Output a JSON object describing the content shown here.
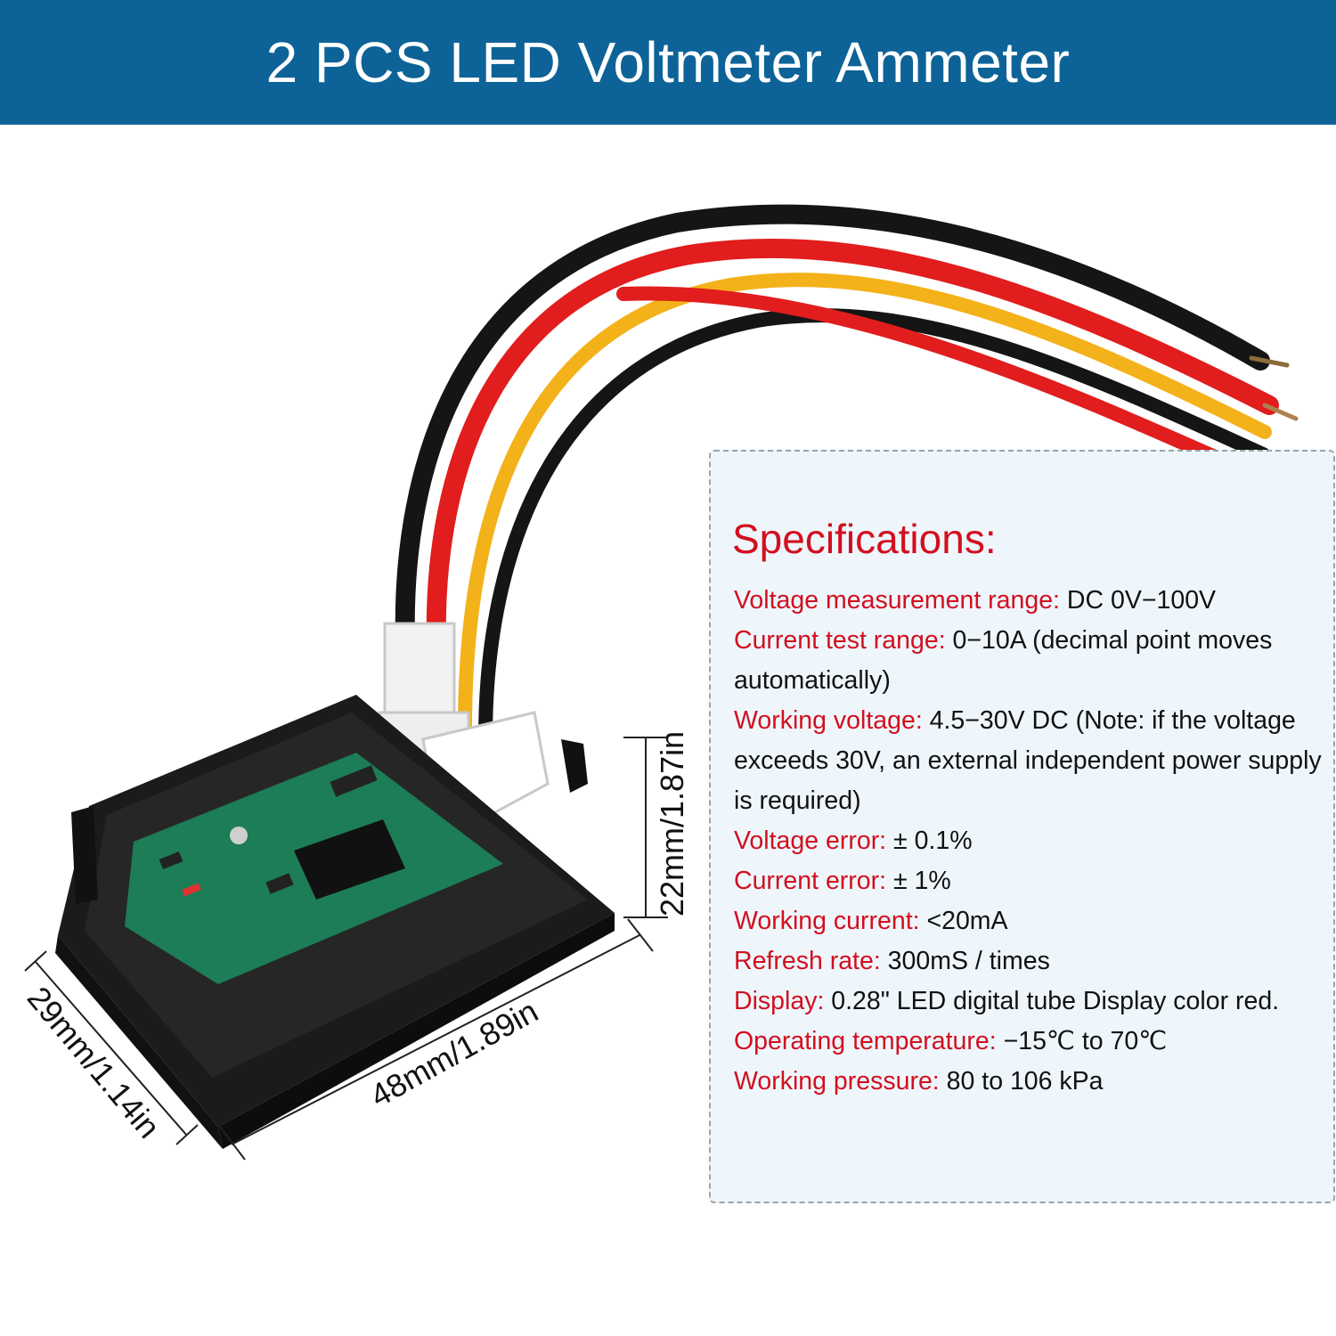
{
  "banner": {
    "title": "2 PCS LED Voltmeter Ammeter"
  },
  "dimensions": {
    "height_label": "22mm/1.87in",
    "depth_label": "29mm/1.14in",
    "width_label": "48mm/1.89in"
  },
  "specs": {
    "heading": "Specifications:",
    "items": [
      {
        "key": "Voltage measurement range:",
        "value": " DC 0V−100V"
      },
      {
        "key": "Current test range:",
        "value": " 0−10A (decimal point moves automatically)"
      },
      {
        "key": "Working voltage:",
        "value": " 4.5−30V DC (Note: if the voltage exceeds 30V, an external independent power supply is required)"
      },
      {
        "key": "Voltage error:",
        "value": "  ± 0.1%"
      },
      {
        "key": "Current error:",
        "value": "  ± 1%"
      },
      {
        "key": "Working current:",
        "value": " <20mA"
      },
      {
        "key": "Refresh rate:",
        "value": " 300mS / times"
      },
      {
        "key": "Display:",
        "value": " 0.28\" LED digital tube Display color red."
      },
      {
        "key": "Operating temperature:",
        "value": "  −15℃ to 70℃"
      },
      {
        "key": "Working pressure:",
        "value": " 80 to 106 kPa"
      }
    ]
  },
  "colors": {
    "banner": "#0d6397",
    "spec_key": "#d20f1f",
    "wire_black": "#151515",
    "wire_red": "#e11d1d",
    "wire_yellow": "#f3b21a",
    "pcb": "#1c7d57"
  }
}
